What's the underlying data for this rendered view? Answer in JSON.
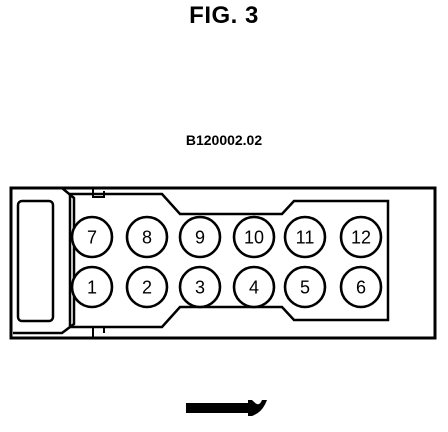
{
  "figure": {
    "title": "FIG. 3",
    "code": "B120002.02"
  },
  "connector": {
    "top_row": [
      "7",
      "8",
      "9",
      "10",
      "11",
      "12"
    ],
    "bottom_row": [
      "1",
      "2",
      "3",
      "4",
      "5",
      "6"
    ]
  },
  "icons": {
    "view_direction": "arrow-icon"
  }
}
